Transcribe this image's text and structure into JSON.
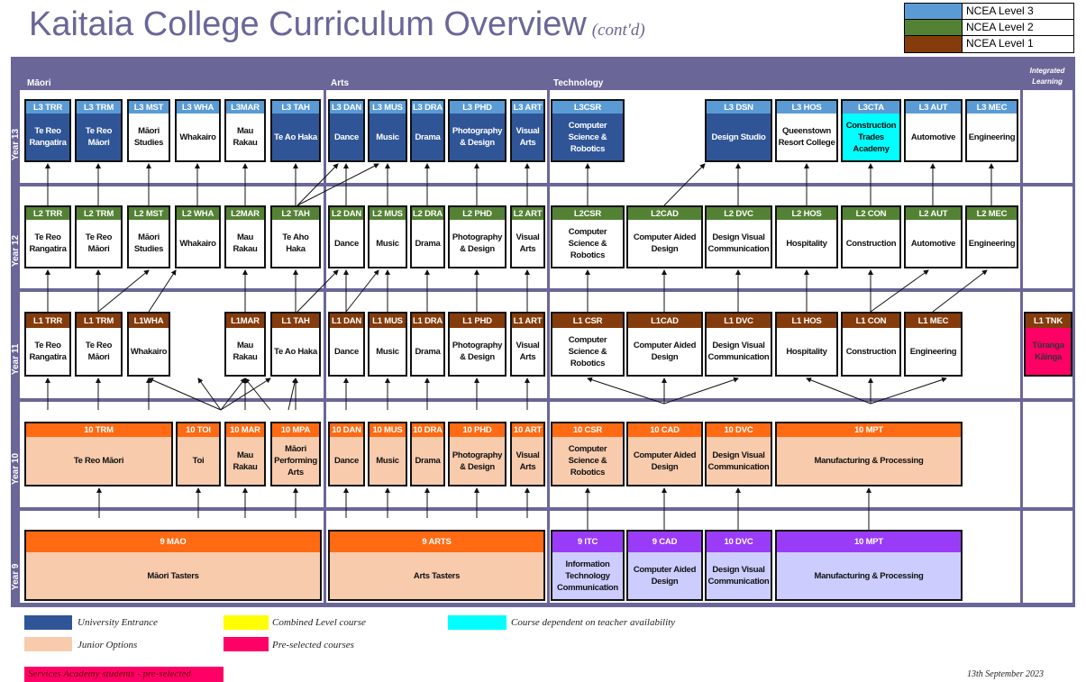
{
  "title": "Kaitaia College Curriculum Overview",
  "title_suffix": "(cont'd)",
  "ncea_legend": [
    {
      "label": "NCEA Level 3",
      "color": "#5b9bd5"
    },
    {
      "label": "NCEA Level 2",
      "color": "#548235"
    },
    {
      "label": "NCEA Level 1",
      "color": "#843c0c"
    }
  ],
  "sections": {
    "maori": "Māori",
    "arts": "Arts",
    "technology": "Technology",
    "integrated": "Integrated Learning"
  },
  "years": [
    "Year 13",
    "Year 12",
    "Year 11",
    "Year 10",
    "Year 9"
  ],
  "colors": {
    "l3": "#5b9bd5",
    "l2": "#548235",
    "l1": "#843c0c",
    "y10": "#ff6a13",
    "y9tech": "#9a3cf7",
    "ue": "#2f5597",
    "junior": "#f8cbad",
    "lav": "#ccccff",
    "cyan": "#00ffff",
    "pink": "#ff0066",
    "yellow": "#ffff00"
  },
  "rows": [
    {
      "year": "Year 13",
      "cells": [
        {
          "code": "L3 TRR",
          "name": "Te Reo Rangatira",
          "body": "ue"
        },
        {
          "code": "L3 TRM",
          "name": "Te Reo Māori",
          "body": "ue"
        },
        {
          "code": "L3 MST",
          "name": "Māori Studies",
          "body": "white"
        },
        {
          "code": "L3 WHA",
          "name": "Whakairo",
          "body": "white"
        },
        {
          "code": "L3MAR",
          "name": "Mau Rakau",
          "body": "white"
        },
        {
          "code": "L3 TAH",
          "name": "Te Ao Haka",
          "body": "ue"
        },
        {
          "code": "L3 DAN",
          "name": "Dance",
          "body": "ue"
        },
        {
          "code": "L3 MUS",
          "name": "Music",
          "body": "ue"
        },
        {
          "code": "L3 DRA",
          "name": "Drama",
          "body": "ue"
        },
        {
          "code": "L3 PHD",
          "name": "Photography & Design",
          "body": "ue"
        },
        {
          "code": "L3 ART",
          "name": "Visual Arts",
          "body": "ue"
        },
        {
          "code": "L3CSR",
          "name": "Computer Science & Robotics",
          "body": "ue"
        },
        {
          "code": "L3 DSN",
          "name": "Design Studio",
          "body": "ue"
        },
        {
          "code": "L3 HOS",
          "name": "Queenstown Resort College",
          "body": "white"
        },
        {
          "code": "L3CTA",
          "name": "Construction Trades Academy",
          "body": "cyan"
        },
        {
          "code": "L3 AUT",
          "name": "Automotive",
          "body": "white"
        },
        {
          "code": "L3 MEC",
          "name": "Engineering",
          "body": "white"
        }
      ]
    },
    {
      "year": "Year 12",
      "cells": [
        {
          "code": "L2 TRR",
          "name": "Te Reo Rangatira"
        },
        {
          "code": "L2 TRM",
          "name": "Te Reo Māori"
        },
        {
          "code": "L2 MST",
          "name": "Māori Studies"
        },
        {
          "code": "L2 WHA",
          "name": "Whakairo"
        },
        {
          "code": "L2MAR",
          "name": "Mau Rakau"
        },
        {
          "code": "L2 TAH",
          "name": "Te Aho Haka"
        },
        {
          "code": "L2 DAN",
          "name": "Dance"
        },
        {
          "code": "L2 MUS",
          "name": "Music"
        },
        {
          "code": "L2 DRA",
          "name": "Drama"
        },
        {
          "code": "L2 PHD",
          "name": "Photography & Design"
        },
        {
          "code": "L2 ART",
          "name": "Visual Arts"
        },
        {
          "code": "L2CSR",
          "name": "Computer Science & Robotics"
        },
        {
          "code": "L2CAD",
          "name": "Computer Aided Design"
        },
        {
          "code": "L2 DVC",
          "name": "Design Visual Communication"
        },
        {
          "code": "L2 HOS",
          "name": "Hospitality"
        },
        {
          "code": "L2 CON",
          "name": "Construction"
        },
        {
          "code": "L2 AUT",
          "name": "Automotive"
        },
        {
          "code": "L2 MEC",
          "name": "Engineering"
        }
      ]
    },
    {
      "year": "Year 11",
      "cells": [
        {
          "code": "L1 TRR",
          "name": "Te Reo Rangatira"
        },
        {
          "code": "L1 TRM",
          "name": "Te Reo Māori"
        },
        {
          "code": "L1WHA",
          "name": "Whakairo"
        },
        {
          "code": "L1MAR",
          "name": "Mau Rakau"
        },
        {
          "code": "L1 TAH",
          "name": "Te Ao Haka"
        },
        {
          "code": "L1 DAN",
          "name": "Dance"
        },
        {
          "code": "L1 MUS",
          "name": "Music"
        },
        {
          "code": "L1 DRA",
          "name": "Drama"
        },
        {
          "code": "L1 PHD",
          "name": "Photography & Design"
        },
        {
          "code": "L1 ART",
          "name": "Visual Arts"
        },
        {
          "code": "L1 CSR",
          "name": "Computer Science & Robotics"
        },
        {
          "code": "L1CAD",
          "name": "Computer Aided Design"
        },
        {
          "code": "L1 DVC",
          "name": "Design Visual Communication"
        },
        {
          "code": "L1 HOS",
          "name": "Hospitality"
        },
        {
          "code": "L1 CON",
          "name": "Construction"
        },
        {
          "code": "L1 MEC",
          "name": "Engineering"
        },
        {
          "code": "L1 TNK",
          "name": "Tūranga Kāinga",
          "body": "pink"
        }
      ]
    },
    {
      "year": "Year 10",
      "cells": [
        {
          "code": "10 TRM",
          "name": "Te Reo Māori"
        },
        {
          "code": "10 TOI",
          "name": "Toi"
        },
        {
          "code": "10 MAR",
          "name": "Mau Rakau"
        },
        {
          "code": "10 MPA",
          "name": "Māori Performing Arts"
        },
        {
          "code": "10 DAN",
          "name": "Dance"
        },
        {
          "code": "10 MUS",
          "name": "Music"
        },
        {
          "code": "10 DRA",
          "name": "Drama"
        },
        {
          "code": "10 PHD",
          "name": "Photography & Design"
        },
        {
          "code": "10 ART",
          "name": "Visual Arts"
        },
        {
          "code": "10 CSR",
          "name": "Computer Science & Robotics"
        },
        {
          "code": "10 CAD",
          "name": "Computer Aided Design"
        },
        {
          "code": "10 DVC",
          "name": "Design Visual Communication"
        },
        {
          "code": "10 MPT",
          "name": "Manufacturing & Processing"
        }
      ]
    },
    {
      "year": "Year 9",
      "cells": [
        {
          "code": "9 MAO",
          "name": "Māori Tasters"
        },
        {
          "code": "9 ARTS",
          "name": "Arts Tasters"
        },
        {
          "code": "9 ITC",
          "name": "Information Technology Communication"
        },
        {
          "code": "9 CAD",
          "name": "Computer Aided Design"
        },
        {
          "code": "10 DVC",
          "name": "Design Visual Communication"
        },
        {
          "code": "10 MPT",
          "name": "Manufacturing & Processing"
        }
      ]
    }
  ],
  "legend": [
    {
      "label": "University Entrance",
      "color": "#2f5597"
    },
    {
      "label": "Combined Level course",
      "color": "#ffff00"
    },
    {
      "label": "Course dependent on teacher availability",
      "color": "#00ffff"
    },
    {
      "label": "Junior Options",
      "color": "#f8cbad"
    },
    {
      "label": "Pre-selected courses",
      "color": "#ff0066"
    }
  ],
  "services_note": "Services Academy students - pre-selected",
  "date": "13th September 2023"
}
